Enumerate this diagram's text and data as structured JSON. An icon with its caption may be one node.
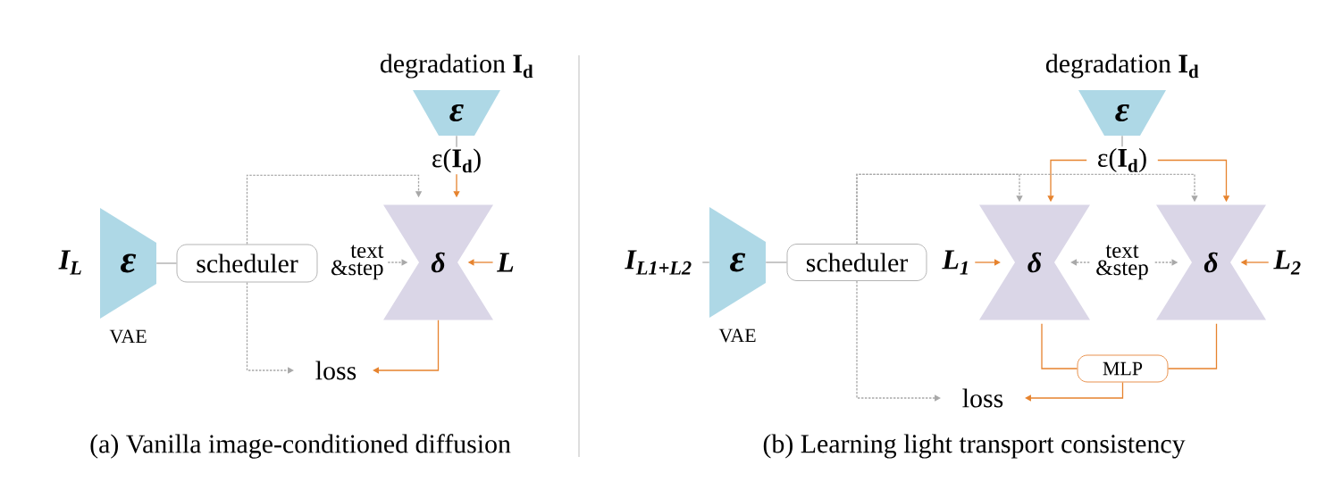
{
  "diagram": {
    "nodes": [
      {
        "text": [
          "ε"
        ],
        "beside": [
          "I$_{L}$",
          "VAE"
        ]
      },
      {
        "text": [
          "scheduler"
        ]
      },
      {
        "text": [
          "degradation **I$_{d}$**",
          "ε"
        ]
      },
      {
        "text": [
          "ε(**I$_{d}$**)"
        ]
      },
      {
        "text": [
          "δ"
        ]
      },
      {
        "text": [
          "text &step"
        ]
      },
      {
        "text": [
          "L"
        ]
      },
      {
        "text": [
          "loss"
        ]
      },
      {
        "text": [
          "I$_{L1+L2}$"
        ]
      },
      {
        "text": [
          "ε"
        ],
        "beside": [
          "VAE"
        ]
      },
      {
        "text": [
          "scheduler"
        ]
      },
      {
        "text": [
          "degradation **I$_{d}$**",
          "ε"
        ]
      },
      {
        "text": [
          "ε(**I$_{d}$**)"
        ]
      },
      {
        "text": [
          "L$_{1}$"
        ]
      },
      {
        "text": [
          "δ"
        ]
      },
      {
        "text": [
          "text &step"
        ]
      },
      {
        "text": [
          "δ"
        ]
      },
      {
        "text": [
          "L$_{2}$"
        ]
      },
      {
        "text": [
          "MLP"
        ]
      },
      {
        "text": [
          "loss"
        ]
      }
    ],
    "edges": [
      {
        "from": 0,
        "to": 1,
        "arrow": "none"
      },
      {
        "from": 2,
        "to": 3,
        "arrow": "none"
      },
      {
        "from": 3,
        "to": 4,
        "arrow": "to",
        "color": "#e6832e"
      },
      {
        "from": 1,
        "to": 4,
        "arrow": "to",
        "style": "dashed"
      },
      {
        "from": 5,
        "to": 4,
        "arrow": "to",
        "style": "dashed"
      },
      {
        "from": 6,
        "to": 4,
        "arrow": "to",
        "color": "#e6832e"
      },
      {
        "from": 4,
        "to": 7,
        "arrow": "to",
        "color": "#e6832e"
      },
      {
        "from": 1,
        "to": 7,
        "arrow": "to",
        "style": "dashed"
      },
      {
        "from": 8,
        "to": 9,
        "arrow": "none"
      },
      {
        "from": 9,
        "to": 10,
        "arrow": "none"
      },
      {
        "from": 11,
        "to": 12,
        "arrow": "none"
      },
      {
        "from": 12,
        "to": 14,
        "arrow": "to",
        "color": "#e6832e"
      },
      {
        "from": 12,
        "to": 16,
        "arrow": "to",
        "color": "#e6832e"
      },
      {
        "from": 10,
        "to": 14,
        "arrow": "to",
        "style": "dashed"
      },
      {
        "from": 10,
        "to": 16,
        "arrow": "to",
        "style": "dashed"
      },
      {
        "from": 13,
        "to": 14,
        "arrow": "to",
        "color": "#e6832e"
      },
      {
        "from": 15,
        "to": 14,
        "arrow": "to",
        "style": "dashed"
      },
      {
        "from": 15,
        "to": 16,
        "arrow": "to",
        "style": "dashed"
      },
      {
        "from": 17,
        "to": 16,
        "arrow": "to",
        "color": "#e6832e"
      },
      {
        "from": 14,
        "to": 18,
        "arrow": "none",
        "color": "#e6832e"
      },
      {
        "from": 16,
        "to": 18,
        "arrow": "none",
        "color": "#e6832e"
      },
      {
        "from": 18,
        "to": 19,
        "arrow": "to",
        "color": "#e6832e"
      },
      {
        "from": 10,
        "to": 19,
        "arrow": "to",
        "style": "dashed"
      }
    ],
    "labels": [
      "(a) Vanilla image-conditioned diffusion",
      "(b) Learning light transport consistency"
    ]
  }
}
